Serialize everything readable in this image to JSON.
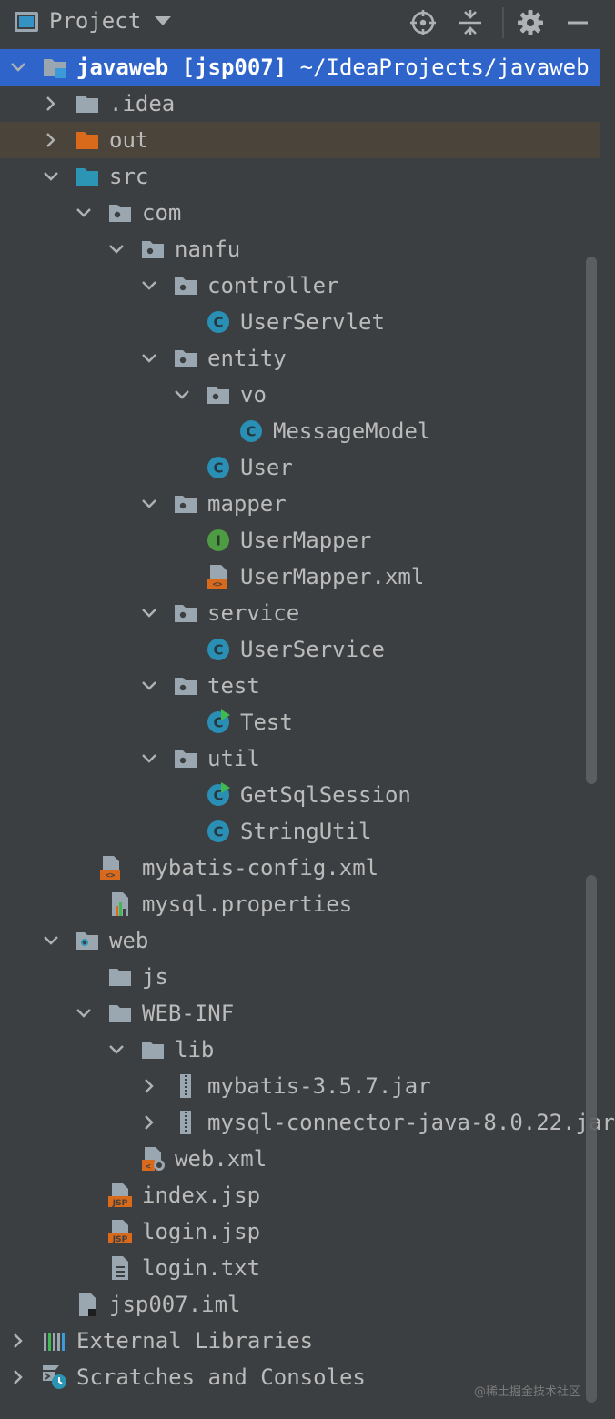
{
  "header": {
    "title": "Project"
  },
  "tree": [
    {
      "id": "root",
      "depth": 0,
      "expand": "down",
      "icon": "module-folder-icon",
      "label": "javaweb [jsp007]",
      "path": "~/IdeaProjects/javaweb",
      "selected": true
    },
    {
      "id": "idea",
      "depth": 1,
      "expand": "right",
      "icon": "folder-gray-icon",
      "label": ".idea"
    },
    {
      "id": "out",
      "depth": 1,
      "expand": "right",
      "icon": "folder-orange-icon",
      "label": "out",
      "excluded": true
    },
    {
      "id": "src",
      "depth": 1,
      "expand": "down",
      "icon": "folder-blue-icon",
      "label": "src"
    },
    {
      "id": "com",
      "depth": 2,
      "expand": "down",
      "icon": "package-icon",
      "label": "com"
    },
    {
      "id": "nanfu",
      "depth": 3,
      "expand": "down",
      "icon": "package-icon",
      "label": "nanfu"
    },
    {
      "id": "controller",
      "depth": 4,
      "expand": "down",
      "icon": "package-icon",
      "label": "controller"
    },
    {
      "id": "userservlet",
      "depth": 5,
      "expand": "none",
      "icon": "class-icon",
      "label": "UserServlet"
    },
    {
      "id": "entity",
      "depth": 4,
      "expand": "down",
      "icon": "package-icon",
      "label": "entity"
    },
    {
      "id": "vo",
      "depth": 5,
      "expand": "down",
      "icon": "package-icon",
      "label": "vo"
    },
    {
      "id": "messagemodel",
      "depth": 6,
      "expand": "none",
      "icon": "class-icon",
      "label": "MessageModel"
    },
    {
      "id": "user",
      "depth": 5,
      "expand": "none",
      "icon": "class-icon",
      "label": "User"
    },
    {
      "id": "mapper",
      "depth": 4,
      "expand": "down",
      "icon": "package-icon",
      "label": "mapper"
    },
    {
      "id": "usermapper",
      "depth": 5,
      "expand": "none",
      "icon": "interface-icon",
      "label": "UserMapper"
    },
    {
      "id": "usermapperxml",
      "depth": 5,
      "expand": "none",
      "icon": "xml-file-icon",
      "label": "UserMapper.xml"
    },
    {
      "id": "service",
      "depth": 4,
      "expand": "down",
      "icon": "package-icon",
      "label": "service"
    },
    {
      "id": "userservice",
      "depth": 5,
      "expand": "none",
      "icon": "class-icon",
      "label": "UserService"
    },
    {
      "id": "test",
      "depth": 4,
      "expand": "down",
      "icon": "package-icon",
      "label": "test"
    },
    {
      "id": "testclass",
      "depth": 5,
      "expand": "none",
      "icon": "runnable-class-icon",
      "label": "Test"
    },
    {
      "id": "util",
      "depth": 4,
      "expand": "down",
      "icon": "package-icon",
      "label": "util"
    },
    {
      "id": "getsqlsession",
      "depth": 5,
      "expand": "none",
      "icon": "runnable-class-icon",
      "label": "GetSqlSession"
    },
    {
      "id": "stringutil",
      "depth": 5,
      "expand": "none",
      "icon": "class-icon",
      "label": "StringUtil"
    },
    {
      "id": "mybatisconfig",
      "depth": 2,
      "expand": "none",
      "icon": "xml-file-icon",
      "label": "mybatis-config.xml",
      "offset": -10
    },
    {
      "id": "mysqlprops",
      "depth": 2,
      "expand": "none",
      "icon": "properties-file-icon",
      "label": "mysql.properties"
    },
    {
      "id": "web",
      "depth": 1,
      "expand": "down",
      "icon": "web-folder-icon",
      "label": "web"
    },
    {
      "id": "js",
      "depth": 2,
      "expand": "none",
      "icon": "folder-gray-icon",
      "label": "js"
    },
    {
      "id": "webinf",
      "depth": 2,
      "expand": "down",
      "icon": "folder-gray-icon",
      "label": "WEB-INF"
    },
    {
      "id": "lib",
      "depth": 3,
      "expand": "down",
      "icon": "folder-gray-icon",
      "label": "lib"
    },
    {
      "id": "mybatisjar",
      "depth": 4,
      "expand": "right",
      "icon": "jar-icon",
      "label": "mybatis-3.5.7.jar"
    },
    {
      "id": "mysqljar",
      "depth": 4,
      "expand": "right",
      "icon": "jar-icon",
      "label": "mysql-connector-java-8.0.22.jar"
    },
    {
      "id": "webxml",
      "depth": 3,
      "expand": "none",
      "icon": "web-xml-icon",
      "label": "web.xml"
    },
    {
      "id": "indexjsp",
      "depth": 2,
      "expand": "none",
      "icon": "jsp-file-icon",
      "label": "index.jsp"
    },
    {
      "id": "loginjsp",
      "depth": 2,
      "expand": "none",
      "icon": "jsp-file-icon",
      "label": "login.jsp"
    },
    {
      "id": "logintxt",
      "depth": 2,
      "expand": "none",
      "icon": "text-file-icon",
      "label": "login.txt"
    },
    {
      "id": "jsp007iml",
      "depth": 1,
      "expand": "none",
      "icon": "iml-file-icon",
      "label": "jsp007.iml"
    },
    {
      "id": "extlibs",
      "depth": 0,
      "expand": "right",
      "icon": "libraries-icon",
      "label": "External Libraries"
    },
    {
      "id": "scratches",
      "depth": 0,
      "expand": "right",
      "icon": "scratches-icon",
      "label": "Scratches and Consoles"
    }
  ],
  "watermark": "@稀土掘金技术社区",
  "colors": {
    "background": "#3c3f41",
    "selection": "#2f65ca",
    "excluded_row": "#4a443b",
    "text": "#bbbbbb",
    "class_blue": "#2a8fb5",
    "interface_green": "#4d9b43",
    "orange": "#d9691b"
  }
}
